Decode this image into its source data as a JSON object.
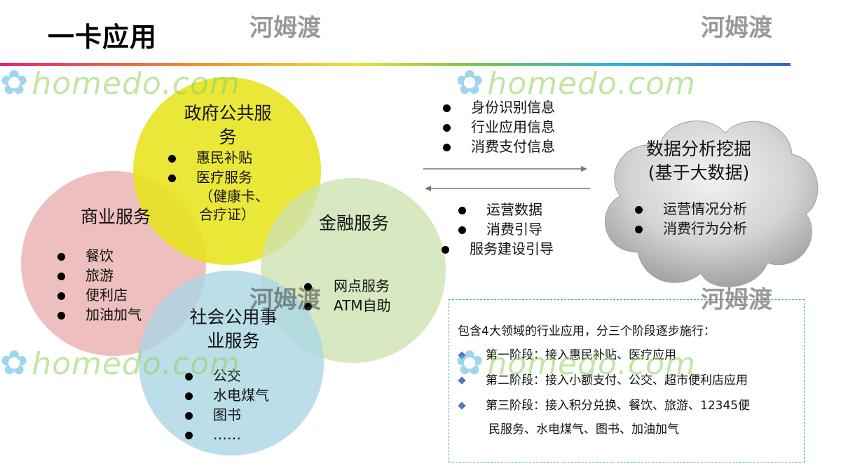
{
  "slide": {
    "title": "一卡应用"
  },
  "circles": {
    "government": {
      "title_line1": "政府公共服",
      "title_line2": "务",
      "items": [
        "惠民补贴",
        "医疗服务"
      ],
      "extra_line1": "（健康卡、",
      "extra_line2": "合疗证）"
    },
    "business": {
      "title": "商业服务",
      "items": [
        "餐饮",
        "旅游",
        "便利店",
        "加油加气"
      ]
    },
    "finance": {
      "title": "金融服务",
      "items": [
        "网点服务",
        "ATM自助"
      ]
    },
    "social": {
      "title_line1": "社会公用事",
      "title_line2": "业服务",
      "items": [
        "公交",
        "水电煤气",
        "图书",
        "……"
      ]
    }
  },
  "flows": {
    "to_cloud": [
      "身份识别信息",
      "行业应用信息",
      "消费支付信息"
    ],
    "from_cloud": [
      "运营数据",
      "消费引导",
      "服务建设引导"
    ]
  },
  "cloud": {
    "title_line1": "数据分析挖掘",
    "title_line2": "(基于大数据)",
    "items": [
      "运营情况分析",
      "消费行为分析"
    ]
  },
  "info_box": {
    "heading": "包含4大领域的行业应用，分三个阶段逐步施行：",
    "stage1": "第一阶段：接入惠民补贴、医疗应用",
    "stage2": "第二阶段：接入小额支付、公交、超市便利店应用",
    "stage3_line1": "第三阶段：接入积分兑换、餐饮、旅游、12345便",
    "stage3_line2": "民服务、水电煤气、图书、加油加气"
  },
  "watermark": {
    "latin": "homedo.com",
    "chinese": "河姆渡"
  },
  "colors": {
    "government": "#e8e41e",
    "business": "#e8aaaa",
    "finance": "#cee2b0",
    "social": "#aad6e4",
    "info_border": "#4aa6c8",
    "diamond": "#4f7bb5"
  }
}
